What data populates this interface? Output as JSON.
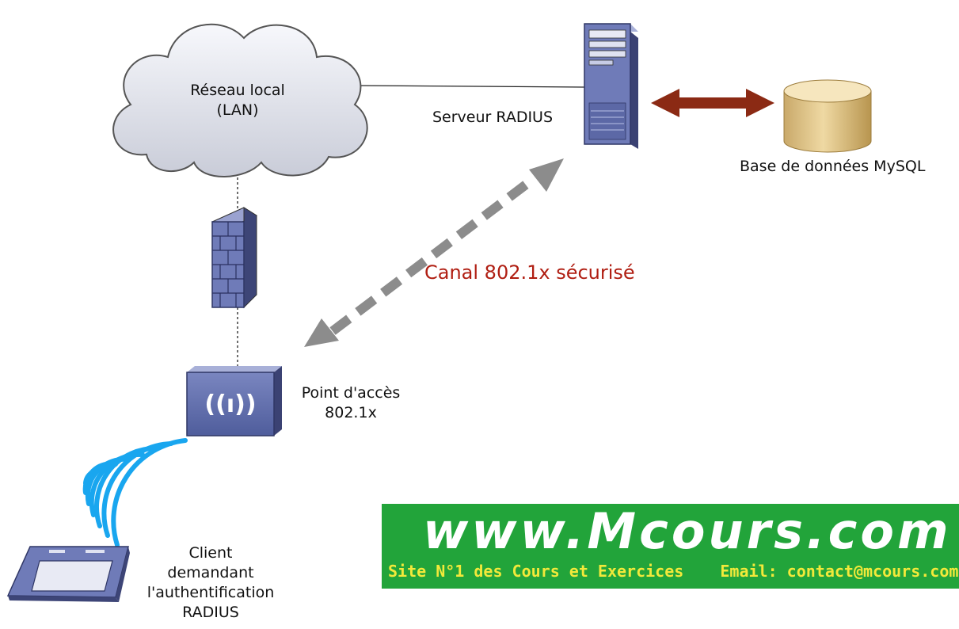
{
  "diagram": {
    "nodes": {
      "lan": {
        "label_lines": [
          "Réseau local",
          "(LAN)"
        ],
        "icon": "cloud-icon"
      },
      "radius_server": {
        "label": "Serveur RADIUS",
        "icon": "server-tower-icon"
      },
      "database": {
        "label": "Base de données MySQL",
        "icon": "database-cylinder-icon"
      },
      "firewall": {
        "icon": "firewall-brick-icon"
      },
      "access_point": {
        "label_lines": [
          "Point d'accès",
          "802.1x"
        ],
        "icon": "wireless-access-point-icon"
      },
      "client": {
        "label_lines": [
          "Client",
          "demandant",
          "l'authentification",
          "RADIUS"
        ],
        "icon": "tablet-device-icon"
      }
    },
    "links": {
      "secure_channel_label": "Canal 802.1x sécurisé"
    }
  },
  "banner": {
    "url": "www.Mcours.com",
    "tagline": "Site N°1 des Cours et Exercices",
    "email": "Email: contact@mcours.com"
  },
  "colors": {
    "channel_text": "#b01e12",
    "device_blue": "#5f6fae",
    "banner_green": "#22a43a",
    "banner_tagline": "#f2e93a",
    "arrow_brown": "#8b2a14",
    "arrow_gray": "#8c8c8c",
    "signal_blue": "#19a6ef",
    "db_tan": "#d9bd7e"
  }
}
